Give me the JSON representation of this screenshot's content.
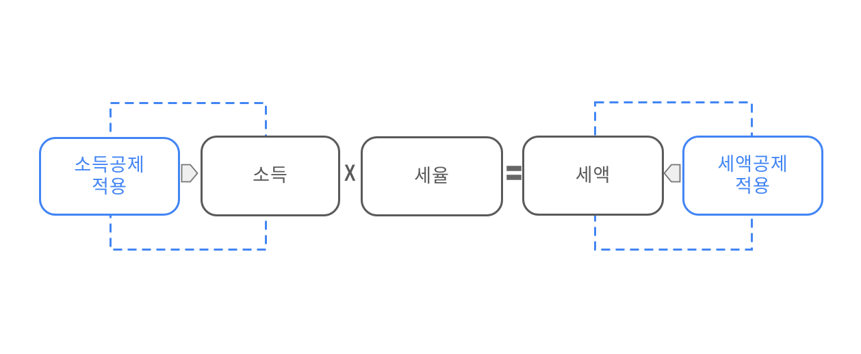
{
  "diagram": {
    "description_semantic": "tax-calculation-flow",
    "nodes": [
      {
        "id": "income-deduction",
        "label": "소득공제\n적용",
        "variant": "blue"
      },
      {
        "id": "income",
        "label": "소득",
        "variant": "gray"
      },
      {
        "id": "tax-rate",
        "label": "세율",
        "variant": "gray"
      },
      {
        "id": "tax-amount",
        "label": "세액",
        "variant": "gray"
      },
      {
        "id": "tax-credit",
        "label": "세액공제\n적용",
        "variant": "blue"
      }
    ],
    "operators": [
      {
        "id": "multiply",
        "symbol": "X"
      },
      {
        "id": "equals",
        "symbol": "="
      }
    ],
    "connectors": [
      {
        "id": "arrow-into-income",
        "direction": "right"
      },
      {
        "id": "arrow-into-tax-amount",
        "direction": "left"
      }
    ],
    "groups": [
      {
        "id": "income-deduction-group",
        "style": "blue-dashed"
      },
      {
        "id": "tax-credit-group",
        "style": "blue-dashed"
      }
    ],
    "colors": {
      "background": "#ffffff",
      "accent_blue": "#4285F4",
      "node_gray_border": "#5a5a5a",
      "node_gray_text": "#595959",
      "arrow_fill": "#efefef",
      "arrow_stroke": "#757575",
      "operator_gray": "#595959"
    }
  }
}
